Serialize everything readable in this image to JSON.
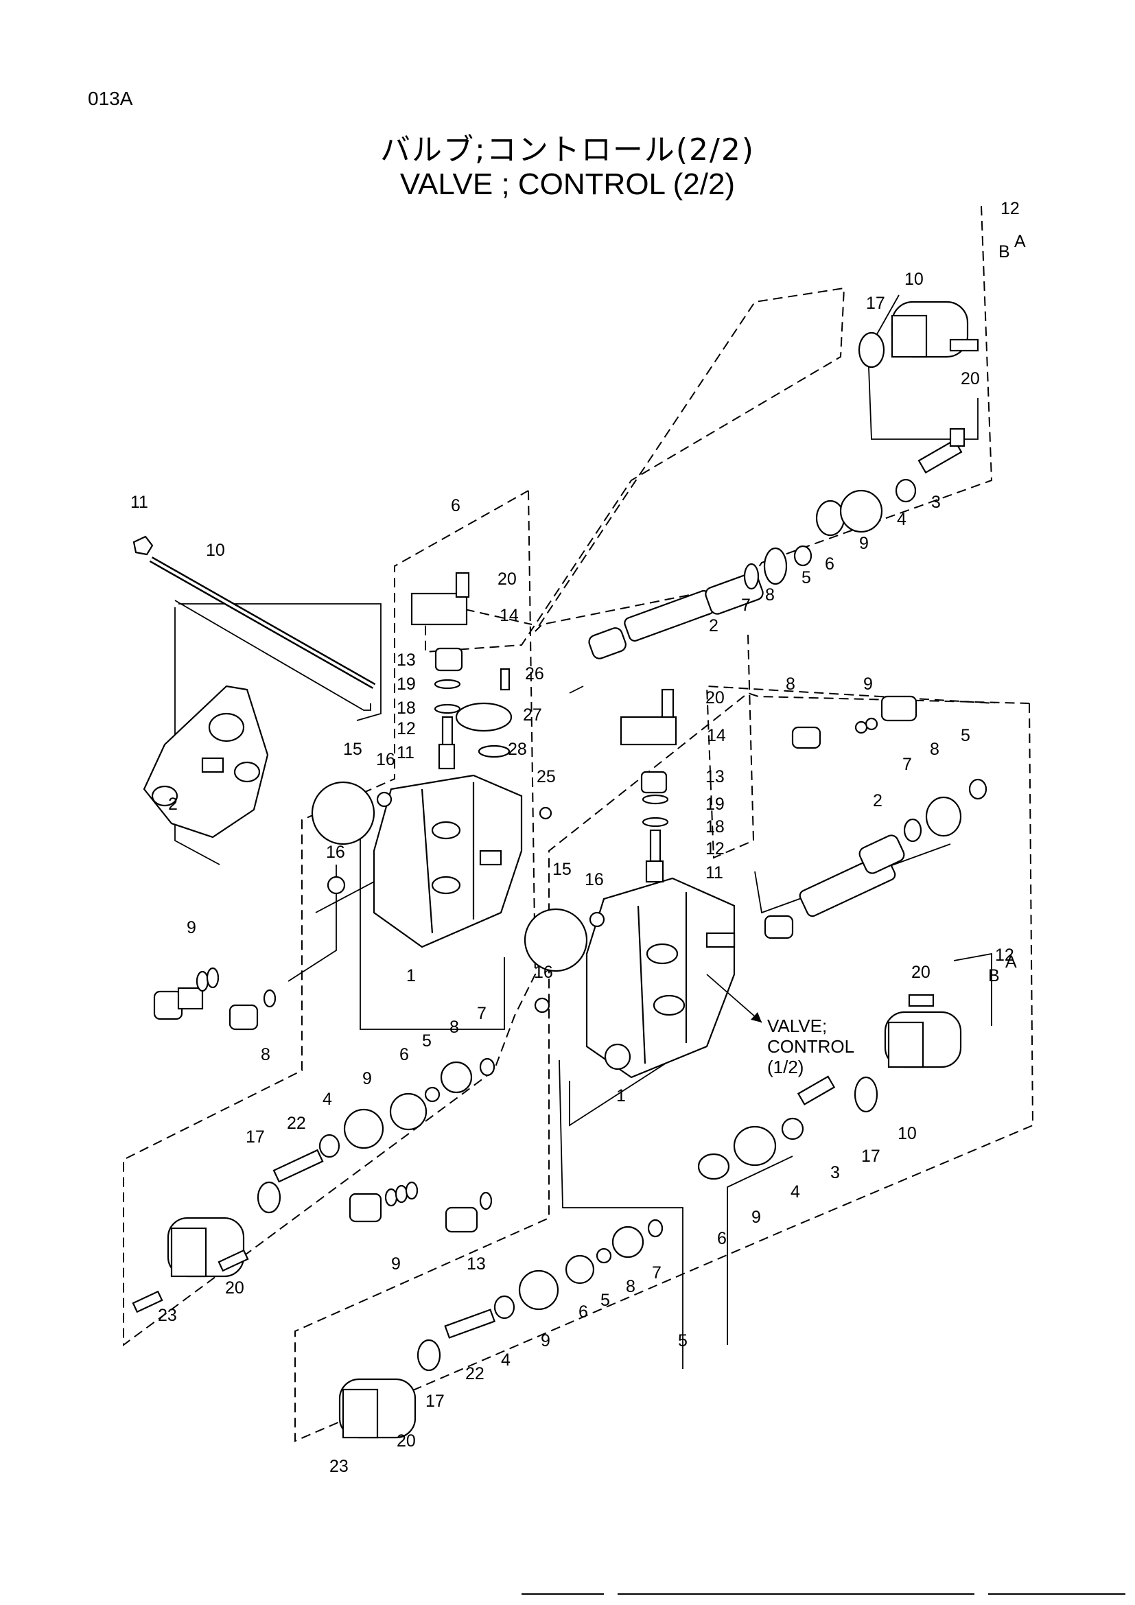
{
  "page": {
    "code": "013A"
  },
  "title": {
    "jp": "バルブ;コントロール(2/2)",
    "en": "VALVE ; CONTROL (2/2)"
  },
  "callout": {
    "line1": "VALVE;",
    "line2": "CONTROL",
    "line3": "(1/2)"
  },
  "labels": {
    "l12a": "12",
    "lBa": "B",
    "lAa": "A",
    "l10a": "10",
    "l17a": "17",
    "l20a": "20",
    "l3a": "3",
    "l4a": "4",
    "l9a": "9",
    "l6a": "6",
    "l5a": "5",
    "l8a": "8",
    "l7a": "7",
    "l2a": "2",
    "l11": "11",
    "l10b": "10",
    "l2b": "2",
    "l6": "6",
    "l20b": "20",
    "l14a": "14",
    "l13a": "13",
    "l19a": "19",
    "l18a": "18",
    "l12b": "12",
    "l11b": "11",
    "l26": "26",
    "l27": "27",
    "l28": "28",
    "l15a": "15",
    "l16a": "16",
    "l16b": "16",
    "l25": "25",
    "l1a": "1",
    "l9b": "9",
    "l8b": "8",
    "l6b": "6",
    "l5b": "5",
    "l8c": "8",
    "l7b": "7",
    "l9c": "9",
    "l4b": "4",
    "l17b": "17",
    "l22a": "22",
    "l20c": "20",
    "l23a": "23",
    "l20d": "20",
    "l14b": "14",
    "l13b": "13",
    "l19b": "19",
    "l18b": "18",
    "l12c": "12",
    "l11c": "11",
    "l8d": "8",
    "l9d": "9",
    "l2c": "2",
    "l7c": "7",
    "l8e": "8",
    "l5c": "5",
    "l15b": "15",
    "l16c": "16",
    "l16d": "16",
    "l1b": "1",
    "l12d": "12",
    "lBb": "B",
    "lAb": "A",
    "l20e": "20",
    "l3b": "3",
    "l4c": "4",
    "l17c": "17",
    "l10c": "10",
    "l6c": "6",
    "l9e": "9",
    "l9f": "9",
    "l13c": "13",
    "l6d": "6",
    "l5d": "5",
    "l8f": "8",
    "l7d": "7",
    "l5e": "5",
    "l9g": "9",
    "l4d": "4",
    "l22b": "22",
    "l17d": "17",
    "l20f": "20",
    "l23b": "23"
  }
}
